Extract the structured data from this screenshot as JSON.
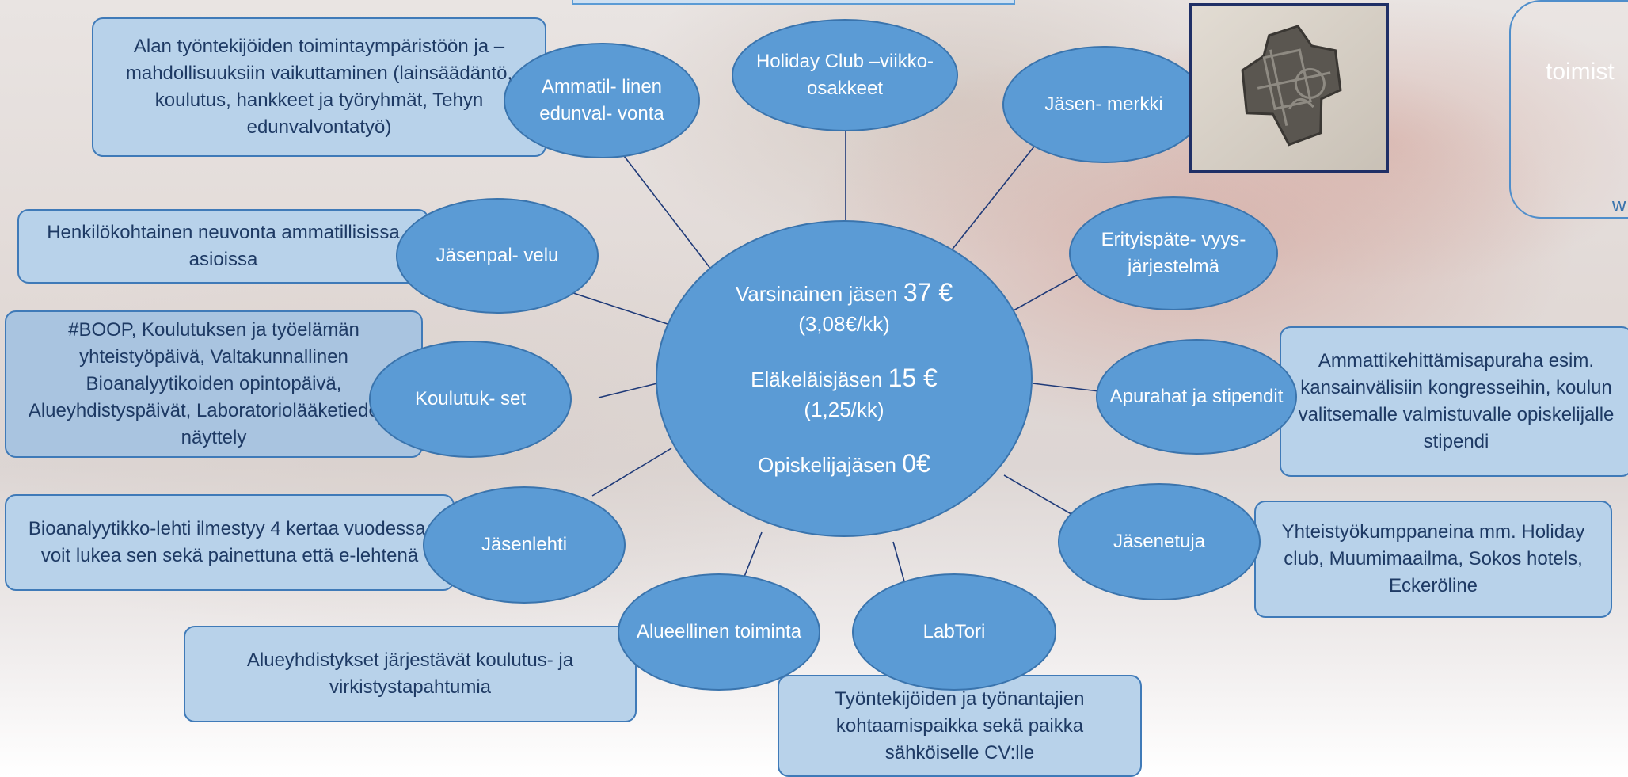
{
  "center": {
    "line1": "Varsinainen jäsen",
    "price1": "37 €",
    "line1b": "(3,08€/kk)",
    "line2": "Eläkeläisjäsen",
    "price2": "15 €",
    "line2b": "(1,25/kk)",
    "line3": "Opiskelijajäsen",
    "price3": "0€"
  },
  "nodes": {
    "ammatillinen": "Ammatil- linen edunval- vonta",
    "holiday": "Holiday Club –viikko- osakkeet",
    "jasenmerkki": "Jäsen- merkki",
    "jasenpalvelu": "Jäsenpal- velu",
    "erityis": "Erityispäte- vyys- järjestelmä",
    "koulutukset": "Koulutuk- set",
    "apurahat": "Apurahat ja stipendit",
    "jasenlehti": "Jäsenlehti",
    "jasenetuja": "Jäsenetuja",
    "alueellinen": "Alueellinen toiminta",
    "labtori": "LabTori"
  },
  "boxes": {
    "ammatillinen": "Alan työntekijöiden toimintaympäristöön ja –mahdollisuuksiin vaikuttaminen (lainsäädäntö, koulutus, hankkeet ja työryhmät, Tehyn edunvalvontatyö)",
    "jasenpalvelu": "Henkilökohtainen neuvonta ammatillisissa asioissa",
    "koulutukset": "#BOOP, Koulutuksen ja työelämän yhteistyöpäivä, Valtakunnallinen Bioanalyytikoiden opintopäivä, Alueyhdistyspäivät, Laboratoriolääketiede ja näyttely",
    "jasenlehti": "Bioanalyytikko-lehti ilmestyy 4 kertaa vuodessa, voit lukea sen sekä painettuna että e-lehtenä",
    "alueellinen": "Alueyhdistykset järjestävät koulutus- ja virkistystapahtumia",
    "labtori": "Työntekijöiden ja työnantajien kohtaamispaikka sekä paikka sähköiselle CV:lle",
    "apurahat": "Ammattikehittämisapuraha esim. kansainvälisiin kongresseihin, koulun valitsemalle valmistuvalle opiskelijalle stipendi",
    "jasenetuja": "Yhteistyökumppaneina mm. Holiday club, Muumimaailma, Sokos hotels, Eckeröline"
  },
  "partial": {
    "right_text": "toimist",
    "right_link": "w"
  },
  "colors": {
    "ellipse": "#5b9bd5",
    "ellipse_border": "#3a74ad",
    "box": "#b8d2ea",
    "box_border": "#3f7ab8",
    "box_text": "#1e3a64",
    "connector": "#1f3a78"
  },
  "icons": {
    "pin": "member-pin-image"
  }
}
